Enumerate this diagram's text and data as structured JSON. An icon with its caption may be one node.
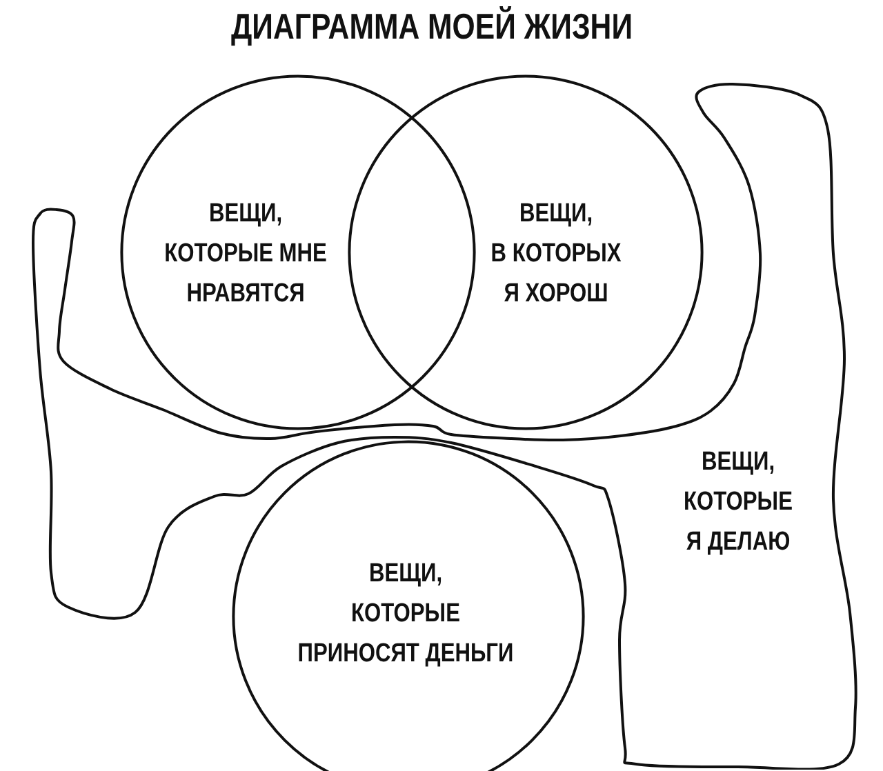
{
  "diagram": {
    "title": "ДИАГРАММА МОЕЙ ЖИЗНИ",
    "nodes": [
      {
        "text": [
          "ВЕЩИ, КОТОРЫЕ МНЕ НРАВЯТСЯ"
        ]
      },
      {
        "text": [
          "ВЕЩИ, В КОТОРЫХ Я ХОРОШ"
        ]
      },
      {
        "text": [
          "ВЕЩИ, КОТОРЫЕ Я ДЕЛАЮ"
        ]
      },
      {
        "text": [
          "ВЕЩИ, КОТОРЫЕ ПРИНОСЯТ ДЕНЬГИ"
        ]
      }
    ]
  }
}
